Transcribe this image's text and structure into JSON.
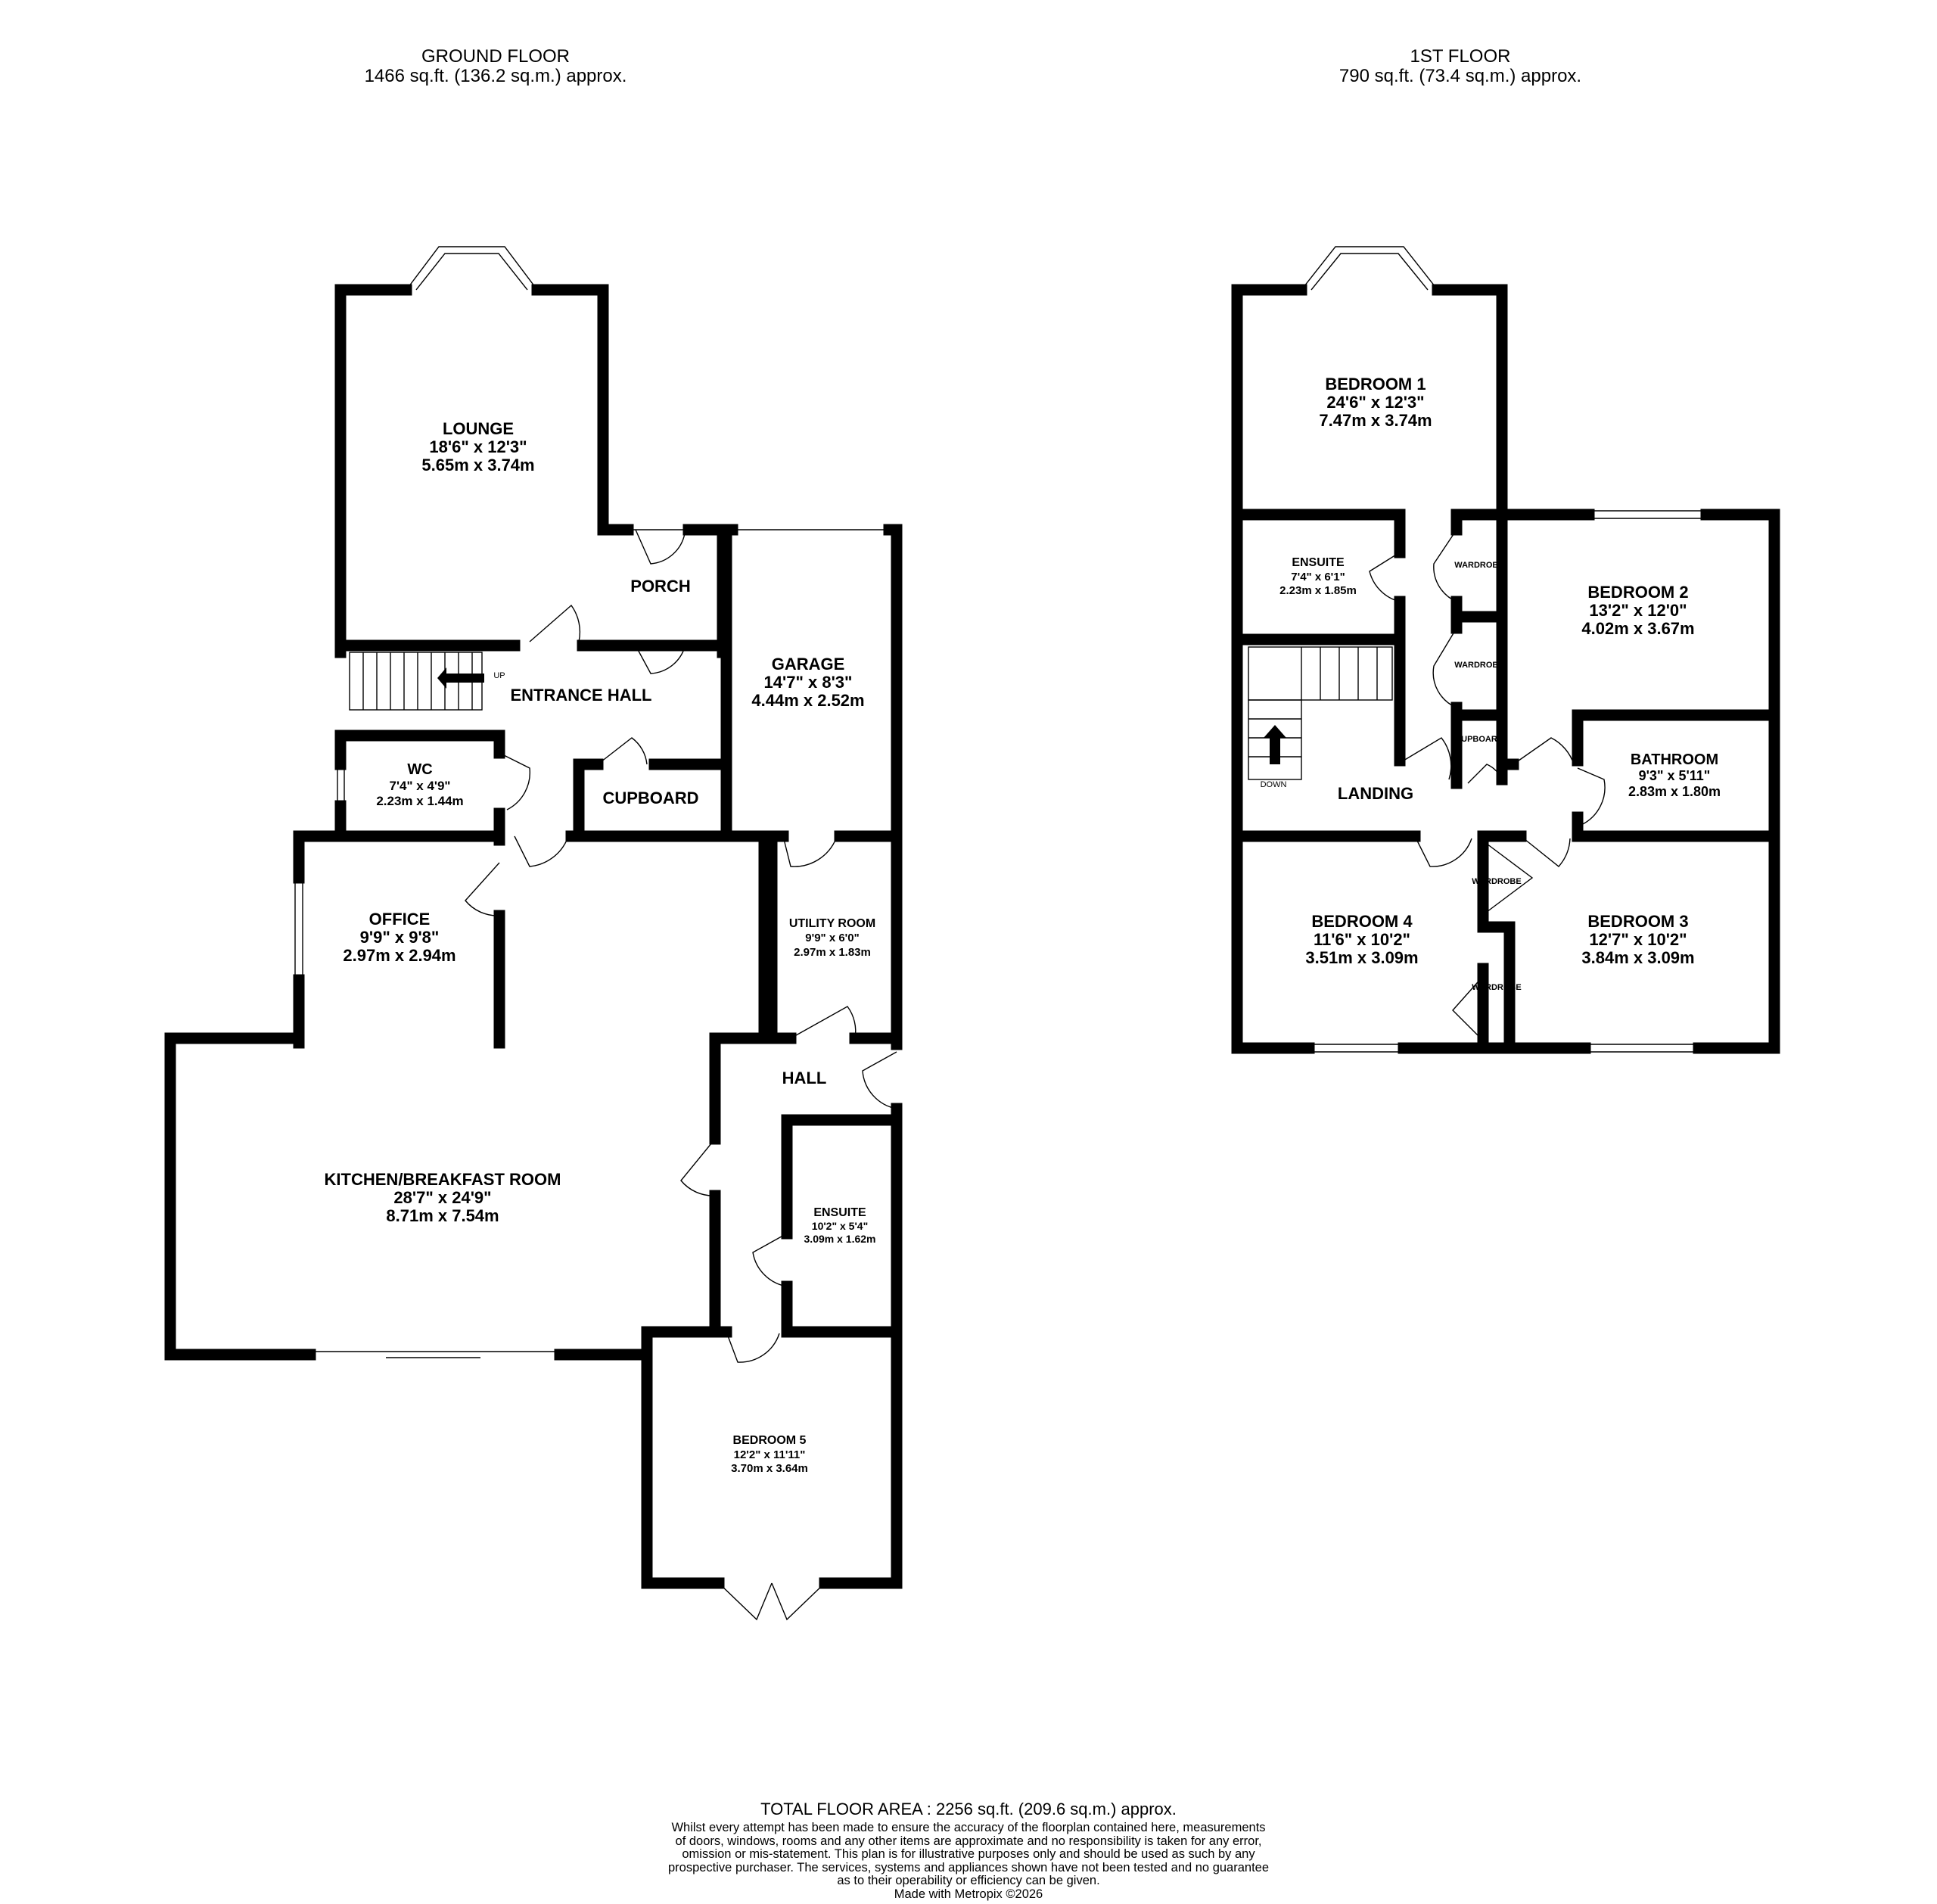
{
  "ground_floor": {
    "title": "GROUND FLOOR",
    "area": "1466 sq.ft. (136.2 sq.m.) approx.",
    "rooms": {
      "lounge": {
        "name": "LOUNGE",
        "imperial": "18'6\"  x 12'3\"",
        "metric": "5.65m  x 3.74m"
      },
      "porch": {
        "name": "PORCH"
      },
      "garage": {
        "name": "GARAGE",
        "imperial": "14'7\"  x 8'3\"",
        "metric": "4.44m  x 2.52m"
      },
      "entrance_hall": {
        "name": "ENTRANCE HALL",
        "stair_label": "UP"
      },
      "wc": {
        "name": "WC",
        "imperial": "7'4\"  x 4'9\"",
        "metric": "2.23m  x 1.44m"
      },
      "cupboard": {
        "name": "CUPBOARD"
      },
      "office": {
        "name": "OFFICE",
        "imperial": "9'9\"  x 9'8\"",
        "metric": "2.97m  x 2.94m"
      },
      "utility": {
        "name": "UTILITY ROOM",
        "imperial": "9'9\"  x 6'0\"",
        "metric": "2.97m  x 1.83m"
      },
      "hall": {
        "name": "HALL"
      },
      "kitchen": {
        "name": "KITCHEN/BREAKFAST ROOM",
        "imperial": "28'7\"  x 24'9\"",
        "metric": "8.71m  x 7.54m"
      },
      "ensuite": {
        "name": "ENSUITE",
        "imperial": "10'2\"  x 5'4\"",
        "metric": "3.09m  x 1.62m"
      },
      "bedroom5": {
        "name": "BEDROOM 5",
        "imperial": "12'2\"  x 11'11\"",
        "metric": "3.70m  x 3.64m"
      }
    }
  },
  "first_floor": {
    "title": "1ST FLOOR",
    "area": "790 sq.ft. (73.4 sq.m.) approx.",
    "rooms": {
      "bedroom1": {
        "name": "BEDROOM 1",
        "imperial": "24'6\"  x 12'3\"",
        "metric": "7.47m  x 3.74m"
      },
      "ensuite": {
        "name": "ENSUITE",
        "imperial": "7'4\"  x 6'1\"",
        "metric": "2.23m  x 1.85m"
      },
      "bedroom2": {
        "name": "BEDROOM 2",
        "imperial": "13'2\"  x 12'0\"",
        "metric": "4.02m  x 3.67m"
      },
      "bathroom": {
        "name": "BATHROOM",
        "imperial": "9'3\"  x 5'11\"",
        "metric": "2.83m  x 1.80m"
      },
      "landing": {
        "name": "LANDING",
        "stair_label": "DOWN"
      },
      "cupboard": {
        "name": "UPBOAR"
      },
      "wardrobe": {
        "name": "WARDROBE"
      },
      "bedroom4": {
        "name": "BEDROOM 4",
        "imperial": "11'6\"  x 10'2\"",
        "metric": "3.51m  x 3.09m"
      },
      "bedroom3": {
        "name": "BEDROOM 3",
        "imperial": "12'7\"  x 10'2\"",
        "metric": "3.84m  x 3.09m"
      }
    }
  },
  "total_area": "TOTAL FLOOR AREA : 2256 sq.ft. (209.6 sq.m.) approx.",
  "disclaimer": [
    "Whilst every attempt has been made to ensure the accuracy of the floorplan contained here, measurements",
    "of doors, windows, rooms and any other items are approximate and no responsibility is taken for any error,",
    "omission or mis-statement. This plan is for illustrative purposes only and should be used as such by any",
    "prospective purchaser. The services, systems and appliances shown have not been tested and no guarantee",
    "as to their operability or efficiency can be given.",
    "Made with Metropix ©2026"
  ]
}
